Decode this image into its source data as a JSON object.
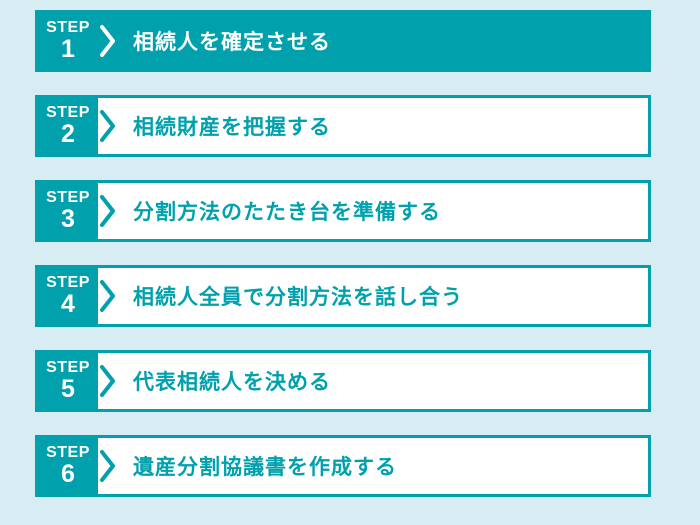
{
  "theme": {
    "accent_teal": "#00a1ad",
    "background_blue": "#d8edf3",
    "white": "#ffffff"
  },
  "steps": [
    {
      "step_label": "STEP",
      "number": "1",
      "title": "相続人を確定させる",
      "filled": true
    },
    {
      "step_label": "STEP",
      "number": "2",
      "title": "相続財産を把握する",
      "filled": false
    },
    {
      "step_label": "STEP",
      "number": "3",
      "title": "分割方法のたたき台を準備する",
      "filled": false
    },
    {
      "step_label": "STEP",
      "number": "4",
      "title": "相続人全員で分割方法を話し合う",
      "filled": false
    },
    {
      "step_label": "STEP",
      "number": "5",
      "title": "代表相続人を決める",
      "filled": false
    },
    {
      "step_label": "STEP",
      "number": "6",
      "title": "遺産分割協議書を作成する",
      "filled": false
    }
  ]
}
